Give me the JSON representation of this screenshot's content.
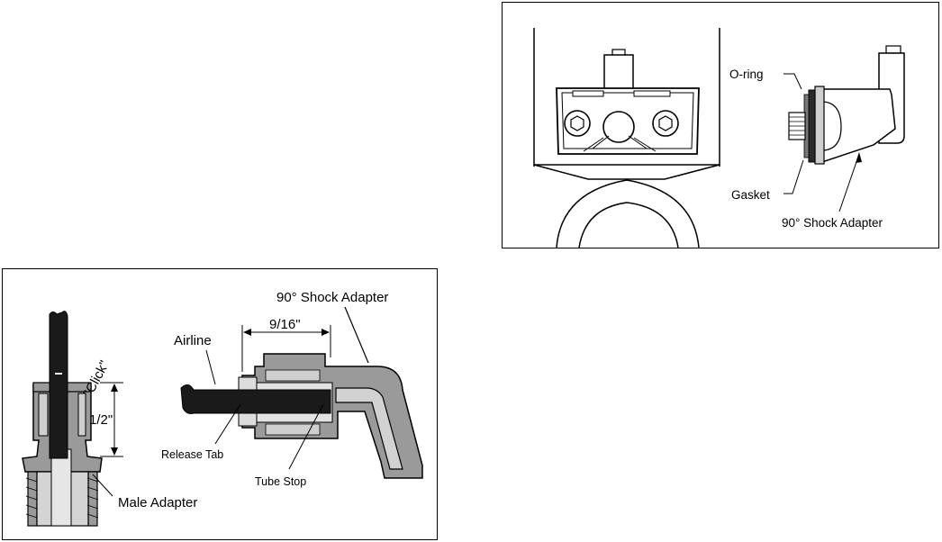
{
  "top_diagram": {
    "labels": {
      "o_ring": "O-ring",
      "gasket": "Gasket",
      "shock_adapter": "90° Shock Adapter"
    }
  },
  "bottom_diagram": {
    "labels": {
      "click": "\"Click\"",
      "half_inch": "1/2\"",
      "male_adapter": "Male Adapter",
      "airline": "Airline",
      "nine_sixteenths": "9/16\"",
      "shock_adapter": "90° Shock Adapter",
      "release_tab": "Release Tab",
      "tube_stop": "Tube Stop"
    }
  },
  "colors": {
    "line": "#000000",
    "metal_gray": "#9a9a9a",
    "light_gray": "#c8c8c8",
    "dark": "#1a1a1a"
  }
}
